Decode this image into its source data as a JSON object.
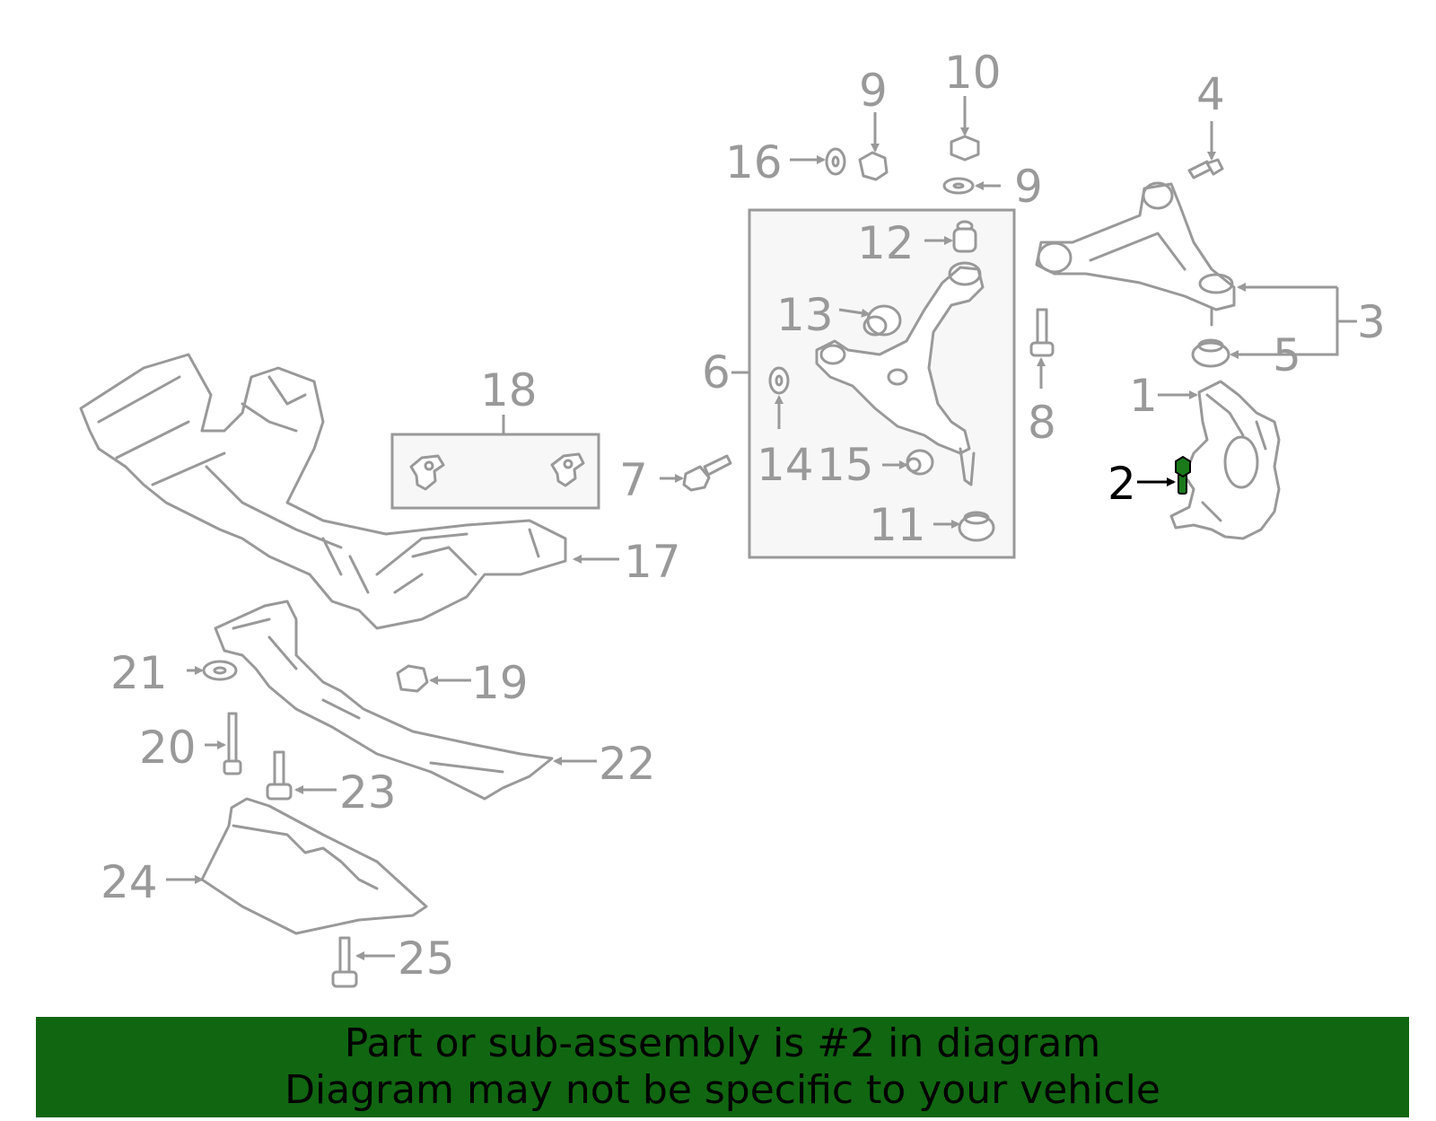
{
  "diagram": {
    "highlight_part": "2",
    "highlight_color": "#1a7a1a",
    "line_color": "#999999",
    "callouts": {
      "c1": "1",
      "c2": "2",
      "c3": "3",
      "c4": "4",
      "c5": "5",
      "c6": "6",
      "c7": "7",
      "c8": "8",
      "c9a": "9",
      "c9b": "9",
      "c10": "10",
      "c11": "11",
      "c12": "12",
      "c13": "13",
      "c14": "14",
      "c15": "15",
      "c16": "16",
      "c17": "17",
      "c18": "18",
      "c19": "19",
      "c20": "20",
      "c21": "21",
      "c22": "22",
      "c23": "23",
      "c24": "24",
      "c25": "25"
    }
  },
  "banner": {
    "line1": "Part or sub-assembly is #2 in diagram",
    "line2": "Diagram may not be specific to your vehicle",
    "color": "#116611"
  }
}
